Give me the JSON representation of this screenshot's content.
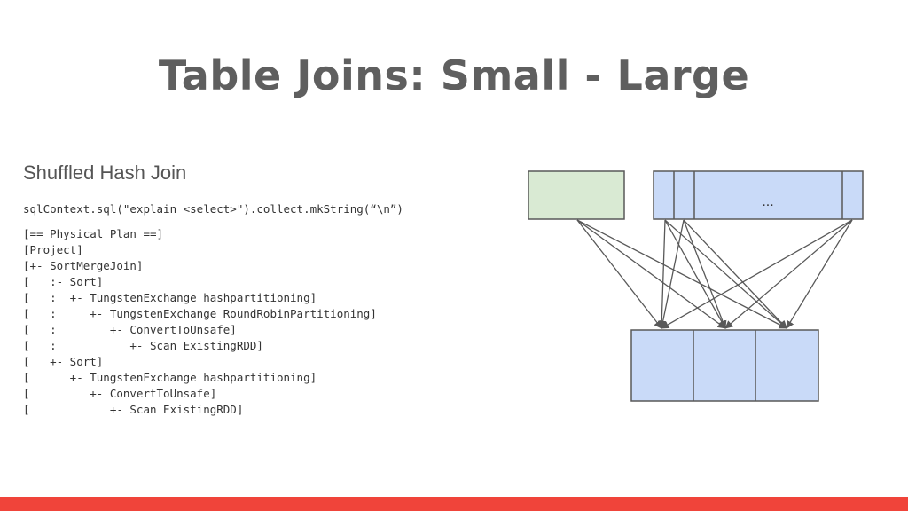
{
  "slide": {
    "title": "Table Joins: Small - Large",
    "subtitle": "Shuffled Hash Join",
    "command": "sqlContext.sql(\"explain <select>\").collect.mkString(“\\n”)",
    "plan_lines": [
      "[== Physical Plan ==]",
      "[Project]",
      "[+- SortMergeJoin]",
      "[   :- Sort]",
      "[   :  +- TungstenExchange hashpartitioning]",
      "[   :     +- TungstenExchange RoundRobinPartitioning]",
      "[   :        +- ConvertToUnsafe]",
      "[   :           +- Scan ExistingRDD]",
      "[   +- Sort]",
      "[      +- TungstenExchange hashpartitioning]",
      "[         +- ConvertToUnsafe]",
      "[            +- Scan ExistingRDD]"
    ]
  },
  "diagram": {
    "large_table_ellipsis": "...",
    "colors": {
      "small_table_fill": "#d9ead3",
      "partition_fill": "#c9daf8",
      "stroke": "#595959",
      "footer": "#f0443a",
      "title_text": "#5f5f5f"
    }
  }
}
